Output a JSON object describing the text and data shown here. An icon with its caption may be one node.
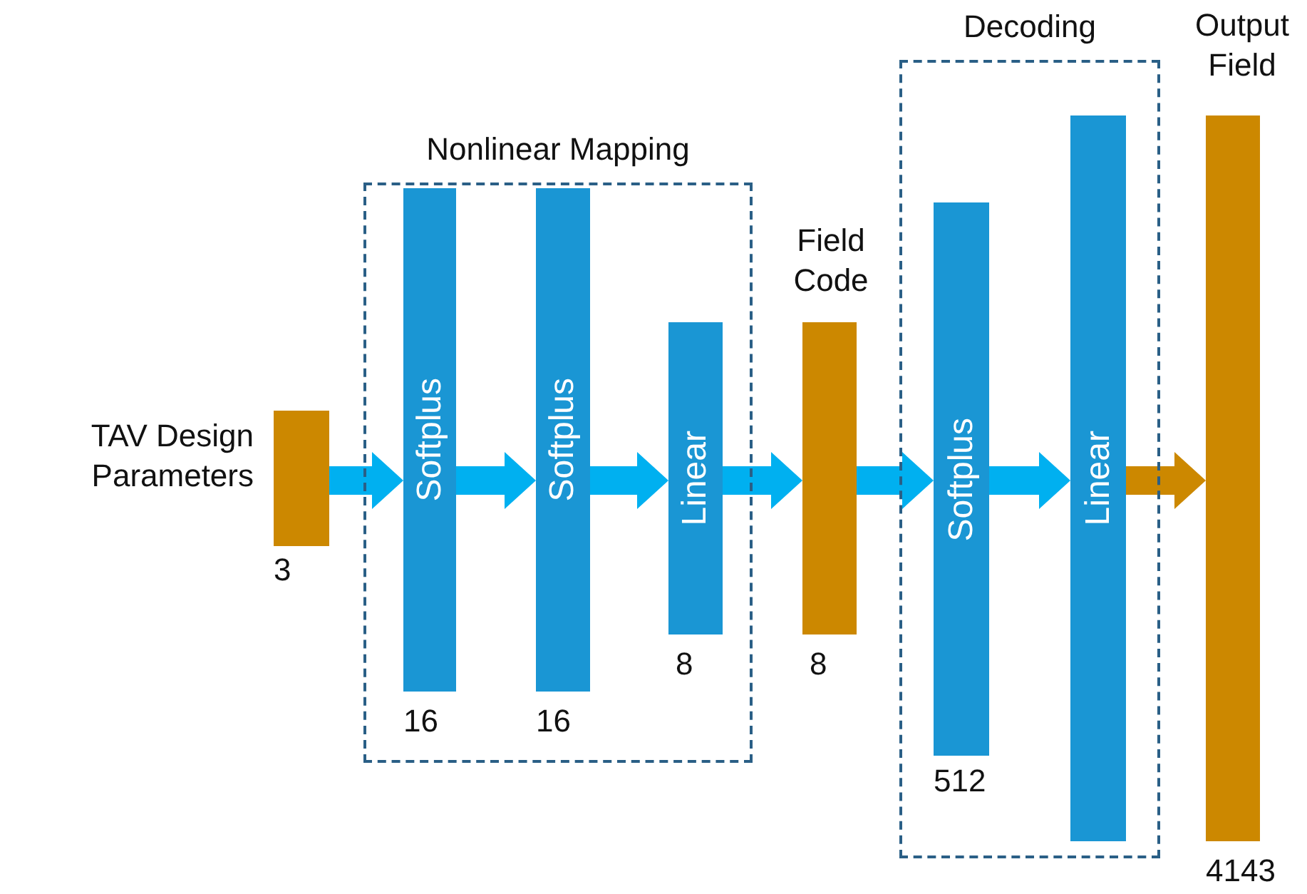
{
  "diagram": {
    "nodes": [
      {
        "text": [],
        "shape": "bar",
        "beside": [
          "TAV Design Parameters",
          "3"
        ]
      },
      {
        "text": [
          "Nonlinear Mapping"
        ]
      },
      {
        "text": [
          "Softplus"
        ],
        "in": 1,
        "beside": [
          "16"
        ]
      },
      {
        "text": [
          "Softplus"
        ],
        "in": 1,
        "beside": [
          "16"
        ]
      },
      {
        "text": [
          "Linear"
        ],
        "in": 1,
        "beside": [
          "8"
        ]
      },
      {
        "text": [],
        "shape": "bar",
        "beside": [
          "Field Code",
          "8"
        ]
      },
      {
        "text": [
          "Decoding"
        ]
      },
      {
        "text": [
          "Softplus"
        ],
        "in": 6,
        "beside": [
          "512"
        ]
      },
      {
        "text": [
          "Linear"
        ],
        "in": 6
      },
      {
        "text": [],
        "shape": "bar",
        "beside": [
          "Output Field",
          "4143"
        ]
      }
    ],
    "edges": [
      {
        "from": 0,
        "to": 2,
        "arrow": "to"
      },
      {
        "from": 2,
        "to": 3,
        "arrow": "to"
      },
      {
        "from": 3,
        "to": 4,
        "arrow": "to"
      },
      {
        "from": 4,
        "to": 5,
        "arrow": "to"
      },
      {
        "from": 5,
        "to": 7,
        "arrow": "to"
      },
      {
        "from": 7,
        "to": 8,
        "arrow": "to"
      },
      {
        "from": 8,
        "to": 9,
        "arrow": "to",
        "color": "#cc8800"
      }
    ]
  }
}
